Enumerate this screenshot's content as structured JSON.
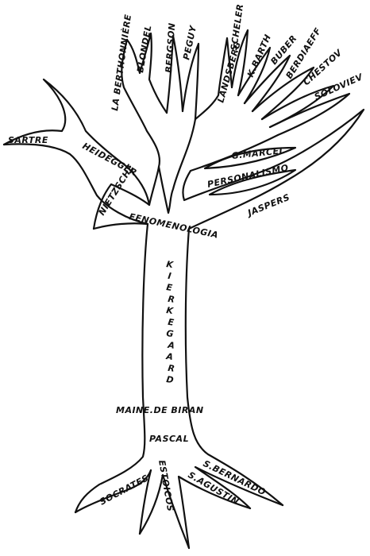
{
  "diagram": {
    "labels": {
      "berthonniere": "LA BERTHONNIÈRE",
      "blondel": "BLONDEL",
      "bergson": "BERGSON",
      "peguy": "PEGUY",
      "landsberg": "LANDSBERG",
      "scheler": "SCHELER",
      "kbarth": "K.BARTH",
      "buber": "BUBER",
      "berdiaeff": "BERDIAEFF",
      "chestov": "CHESTOV",
      "soloviev": "SOLOVIEV",
      "sartre": "SARTRE",
      "heidegger": "HEIDEGGER",
      "gmarcel": "G.MARCEL",
      "personalismo": "PERSONALISMO",
      "nietzsche": "NIETZSCHE",
      "jaspers": "JASPERS",
      "fenomenologia": "FENOMENOLOGIA",
      "kierkegaard": "KIERKEGAARD",
      "mainedebiran": "MAINE.DE BIRAN",
      "pascal": "PASCAL",
      "socrates": "SOCRATES",
      "estoicos": "ESTOICOS",
      "sbernardo": "S.BERNARDO",
      "sagustin": "S.AGUSTIN"
    },
    "colors": {
      "ink": "#111111",
      "background": "#ffffff"
    }
  }
}
